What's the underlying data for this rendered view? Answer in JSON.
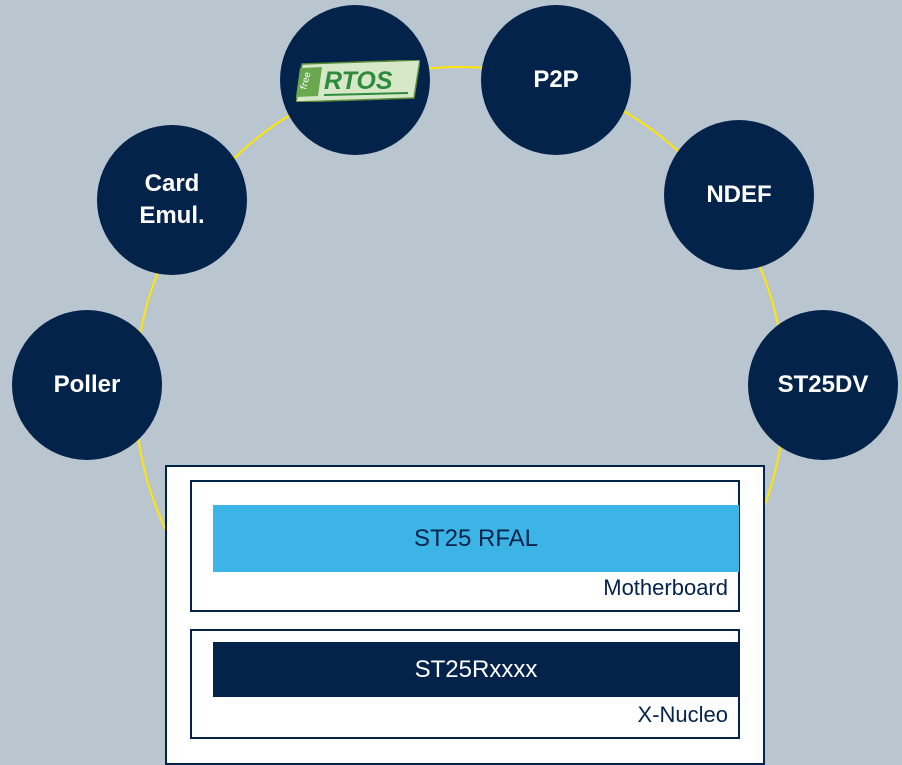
{
  "diagram": {
    "nodes": [
      {
        "id": "poller",
        "label": "Poller"
      },
      {
        "id": "card-emul",
        "label": "Card\nEmul."
      },
      {
        "id": "freertos",
        "label": "",
        "logo_text": "RTOS",
        "logo_prefix": "free"
      },
      {
        "id": "p2p",
        "label": "P2P"
      },
      {
        "id": "ndef",
        "label": "NDEF"
      },
      {
        "id": "st25dv",
        "label": "ST25DV"
      }
    ],
    "motherboard": {
      "bar_label": "ST25 RFAL",
      "caption": "Motherboard"
    },
    "xnucleo": {
      "bar_label": "ST25Rxxxx",
      "caption": "X-Nucleo"
    }
  },
  "colors": {
    "background": "#bac6cf",
    "node_fill": "#03234b",
    "ring": "#ffe500",
    "rfal_bar": "#3cb4e6",
    "chip_bar": "#03234b"
  }
}
